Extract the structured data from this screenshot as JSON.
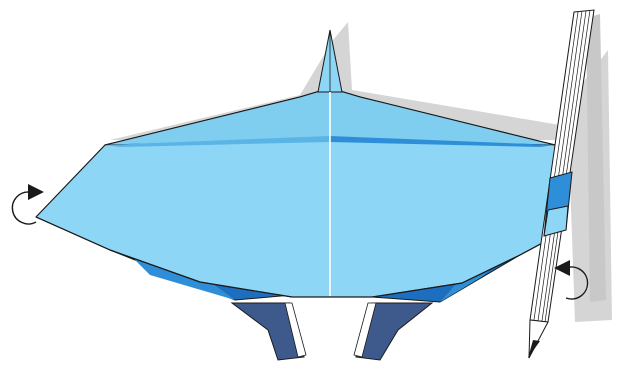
{
  "diagram": {
    "type": "origami-folding-step",
    "subject": "paper airplane",
    "elements": [
      "airplane-shadow",
      "main-wing",
      "vertical-tail-fin",
      "center-crease",
      "left-wing-underside",
      "right-wing-underside",
      "left-landing-strut",
      "right-landing-strut",
      "pencil",
      "pencil-shadow",
      "rotate-arrow-left",
      "rotate-arrow-right"
    ],
    "colors": {
      "paper_light": "#8ed6f5",
      "paper_mid": "#2e8fd8",
      "paper_dark": "#1e6ec0",
      "strut": "#3e5a8c",
      "shadow": "#d5d5d6",
      "outline": "#1a1a1a",
      "crease": "#ffffff"
    }
  }
}
